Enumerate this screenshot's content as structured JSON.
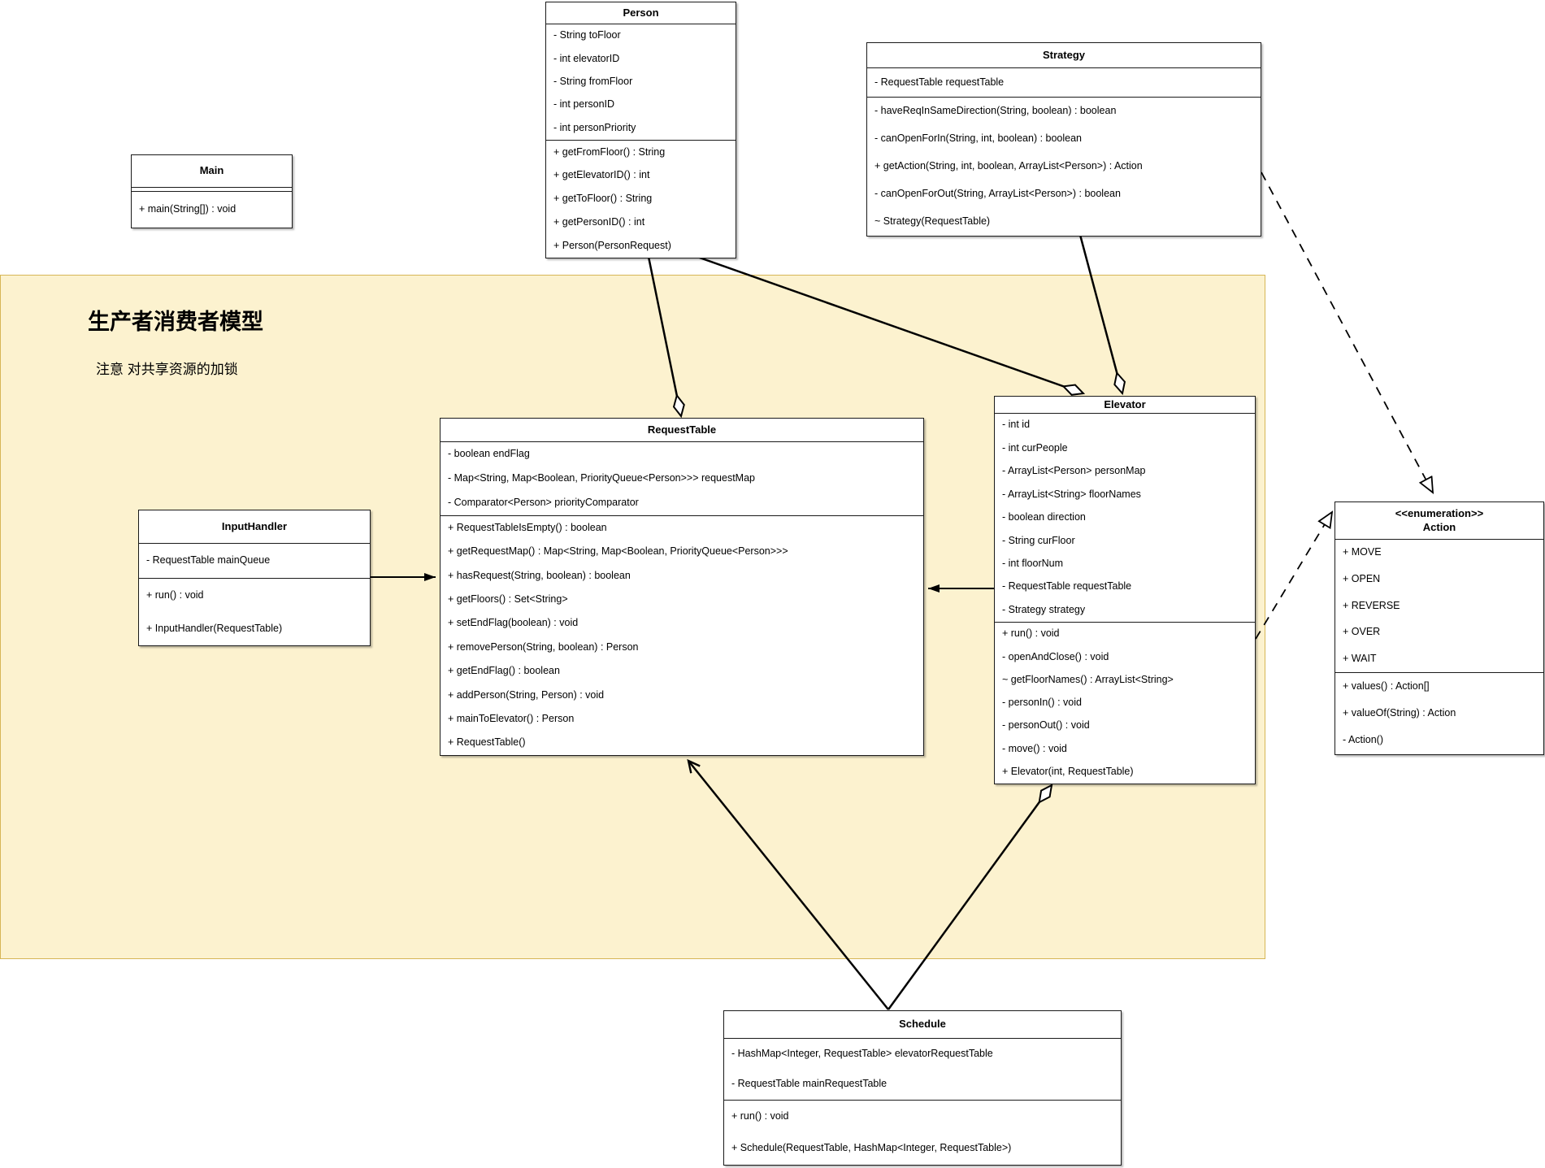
{
  "diagram": {
    "kind": "uml-class-diagram",
    "background": "#ffffff"
  },
  "region": {
    "title": "生产者消费者模型",
    "subtitle": "注意 对共享资源的加锁",
    "fill": "#FCF2CF",
    "stroke": "#D6B656"
  },
  "classes": [
    {
      "id": "main",
      "title": "Main",
      "attributes": [],
      "methods": [
        "+ main(String[]) : void"
      ]
    },
    {
      "id": "person",
      "title": "Person",
      "attributes": [
        "- String toFloor",
        "- int elevatorID",
        "- String fromFloor",
        "- int personID",
        "- int personPriority"
      ],
      "methods": [
        "+ getFromFloor() : String",
        "+ getElevatorID() : int",
        "+ getToFloor() : String",
        "+ getPersonID() : int",
        "+ Person(PersonRequest)"
      ]
    },
    {
      "id": "strategy",
      "title": "Strategy",
      "attributes": [
        "- RequestTable requestTable"
      ],
      "methods": [
        "- haveReqInSameDirection(String, boolean) : boolean",
        "- canOpenForIn(String, int, boolean) : boolean",
        "+ getAction(String, int, boolean, ArrayList<Person>) : Action",
        "- canOpenForOut(String, ArrayList<Person>) : boolean",
        "~ Strategy(RequestTable)"
      ]
    },
    {
      "id": "request-table",
      "title": "RequestTable",
      "attributes": [
        "- boolean endFlag",
        "- Map<String, Map<Boolean, PriorityQueue<Person>>> requestMap",
        "- Comparator<Person> priorityComparator"
      ],
      "methods": [
        "+ RequestTableIsEmpty() : boolean",
        "+ getRequestMap() : Map<String, Map<Boolean, PriorityQueue<Person>>>",
        "+ hasRequest(String, boolean) : boolean",
        "+ getFloors() : Set<String>",
        "+ setEndFlag(boolean) : void",
        "+ removePerson(String, boolean) : Person",
        "+ getEndFlag() : boolean",
        "+ addPerson(String, Person) : void",
        "+ mainToElevator() : Person",
        "+ RequestTable()"
      ]
    },
    {
      "id": "input-handler",
      "title": "InputHandler",
      "attributes": [
        "- RequestTable mainQueue"
      ],
      "methods": [
        "+ run() : void",
        "+ InputHandler(RequestTable)"
      ]
    },
    {
      "id": "elevator",
      "title": "Elevator",
      "attributes": [
        "- int id",
        "- int curPeople",
        "- ArrayList<Person> personMap",
        "- ArrayList<String> floorNames",
        "- boolean direction",
        "- String curFloor",
        "- int floorNum",
        "- RequestTable requestTable",
        "- Strategy strategy"
      ],
      "methods": [
        "+ run() : void",
        "- openAndClose() : void",
        "~ getFloorNames() : ArrayList<String>",
        "- personIn() : void",
        "- personOut() : void",
        "- move() : void",
        "+ Elevator(int, RequestTable)"
      ]
    },
    {
      "id": "action",
      "stereotype": "<<enumeration>>",
      "title": "Action",
      "attributes": [
        "+ MOVE",
        "+ OPEN",
        "+ REVERSE",
        "+ OVER",
        "+ WAIT"
      ],
      "methods": [
        "+ values() : Action[]",
        "+ valueOf(String) : Action",
        "- Action()"
      ]
    },
    {
      "id": "schedule",
      "title": "Schedule",
      "attributes": [
        "- HashMap<Integer, RequestTable> elevatorRequestTable",
        "- RequestTable mainRequestTable"
      ],
      "methods": [
        "+ run() : void",
        "+ Schedule(RequestTable, HashMap<Integer, RequestTable>)"
      ]
    }
  ],
  "relationships": [
    {
      "from": "InputHandler",
      "to": "RequestTable",
      "type": "association",
      "arrow": "filled-arrow",
      "dashed": false
    },
    {
      "from": "Elevator",
      "to": "RequestTable",
      "type": "association",
      "arrow": "filled-arrow",
      "dashed": false
    },
    {
      "from": "Person",
      "to": "RequestTable",
      "type": "aggregation",
      "arrow": "hollow-diamond",
      "dashed": false
    },
    {
      "from": "Person",
      "to": "Elevator",
      "type": "aggregation",
      "arrow": "hollow-diamond",
      "dashed": false
    },
    {
      "from": "Strategy",
      "to": "Elevator",
      "type": "aggregation",
      "arrow": "hollow-diamond",
      "dashed": false
    },
    {
      "from": "Schedule",
      "to": "RequestTable",
      "type": "association",
      "arrow": "open-arrow",
      "dashed": false
    },
    {
      "from": "Schedule",
      "to": "Elevator",
      "type": "aggregation",
      "arrow": "hollow-diamond",
      "dashed": false
    },
    {
      "from": "Strategy",
      "to": "Action",
      "type": "dependency",
      "arrow": "hollow-triangle",
      "dashed": true
    },
    {
      "from": "Elevator",
      "to": "Action",
      "type": "dependency",
      "arrow": "hollow-triangle",
      "dashed": true
    }
  ]
}
